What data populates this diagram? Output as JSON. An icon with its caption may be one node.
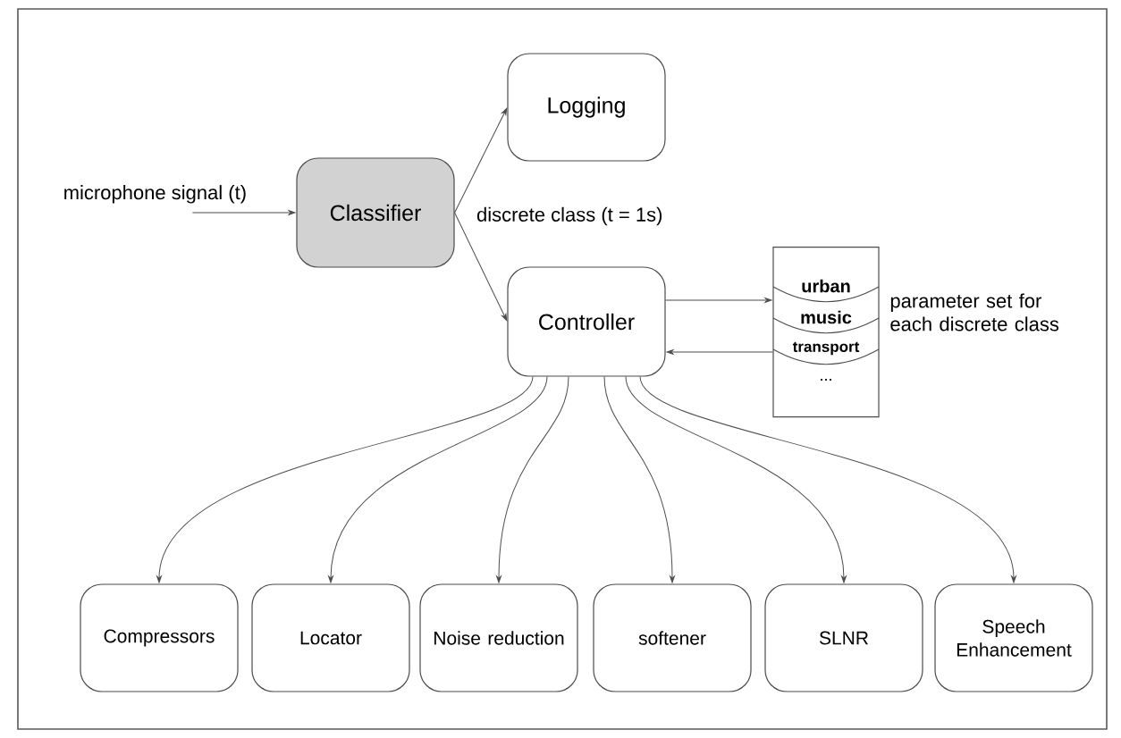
{
  "diagram": {
    "nodes": [
      {
        "text": [
          "Classifier"
        ]
      },
      {
        "text": [
          "Logging"
        ]
      },
      {
        "text": [
          "Controller"
        ]
      },
      {
        "text": [
          "urban",
          "music",
          "transport",
          "..."
        ],
        "beside": [
          "parameter set for each discrete class"
        ]
      },
      {
        "text": [
          "Compressors"
        ]
      },
      {
        "text": [
          "Locator"
        ]
      },
      {
        "text": [
          "Noise reduction"
        ]
      },
      {
        "text": [
          "softener"
        ]
      },
      {
        "text": [
          "SLNR"
        ]
      },
      {
        "text": [
          "Speech Enhancement"
        ]
      }
    ],
    "edges": [
      {
        "from": null,
        "to": 0,
        "arrow": "to",
        "label": "microphone signal (t)"
      },
      {
        "from": 0,
        "to": 1,
        "arrow": "to"
      },
      {
        "from": 0,
        "to": 2,
        "arrow": "to"
      },
      {
        "from": 2,
        "to": 3,
        "arrow": "to"
      },
      {
        "from": 3,
        "to": 2,
        "arrow": "to"
      },
      {
        "from": 2,
        "to": 4,
        "arrow": "to"
      },
      {
        "from": 2,
        "to": 5,
        "arrow": "to"
      },
      {
        "from": 2,
        "to": 6,
        "arrow": "to"
      },
      {
        "from": 2,
        "to": 7,
        "arrow": "to"
      },
      {
        "from": 2,
        "to": 8,
        "arrow": "to"
      },
      {
        "from": 2,
        "to": 9,
        "arrow": "to"
      }
    ],
    "labels": [
      "discrete class (t = 1s)"
    ]
  }
}
